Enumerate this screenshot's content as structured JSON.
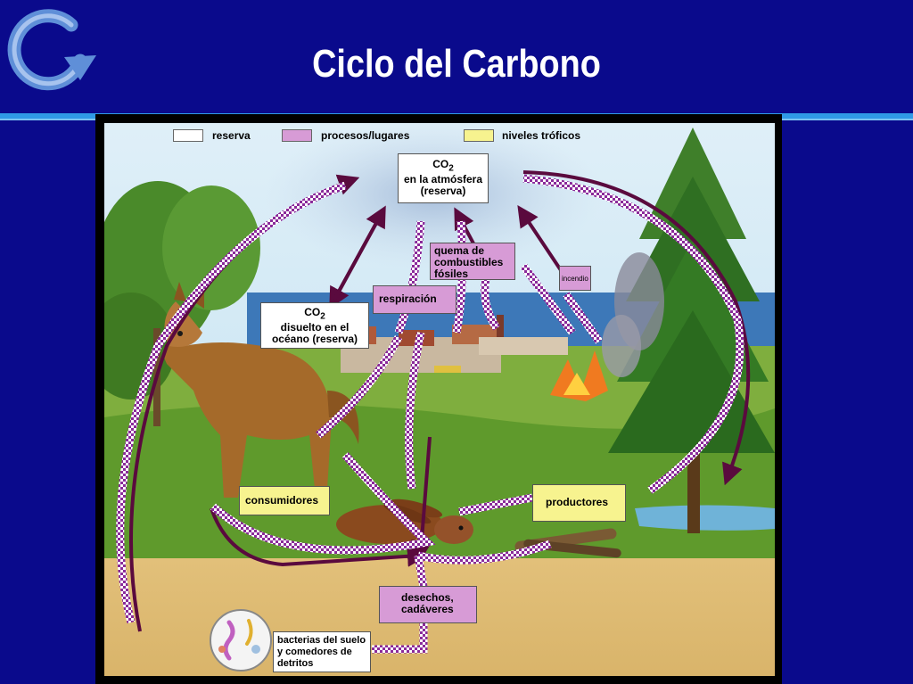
{
  "slide": {
    "title": "Ciclo del Carbono"
  },
  "legend": [
    {
      "label": "reserva",
      "color": "#ffffff"
    },
    {
      "label": "procesos/lugares",
      "color": "#d79bd6"
    },
    {
      "label": "niveles tróficos",
      "color": "#f7f38f"
    }
  ],
  "nodes": {
    "co2_atmosphere": {
      "formula": "CO",
      "subscript": "2",
      "line1": "en la atmósfera",
      "line2": "(reserva)"
    },
    "co2_ocean": {
      "formula": "CO",
      "subscript": "2",
      "line1": "disuelto en el",
      "line2": "océano (reserva)"
    },
    "fossil_burning": {
      "line1": "quema de",
      "line2": "combustibles",
      "line3": "fósiles"
    },
    "respiration": {
      "label": "respiración"
    },
    "fire": {
      "label": "incendio"
    },
    "consumers": {
      "label": "consumidores"
    },
    "producers": {
      "label": "productores"
    },
    "waste": {
      "line1": "desechos,",
      "line2": "cadáveres"
    },
    "soil_bacteria": {
      "line1": "bacterias del suelo",
      "line2": "y comedores de",
      "line3": "detritos"
    }
  },
  "colors": {
    "background": "#0a0a8c",
    "accent": "#2f9ae6",
    "arrow": "#5a0a3e",
    "checker": "#8a2a9a"
  }
}
